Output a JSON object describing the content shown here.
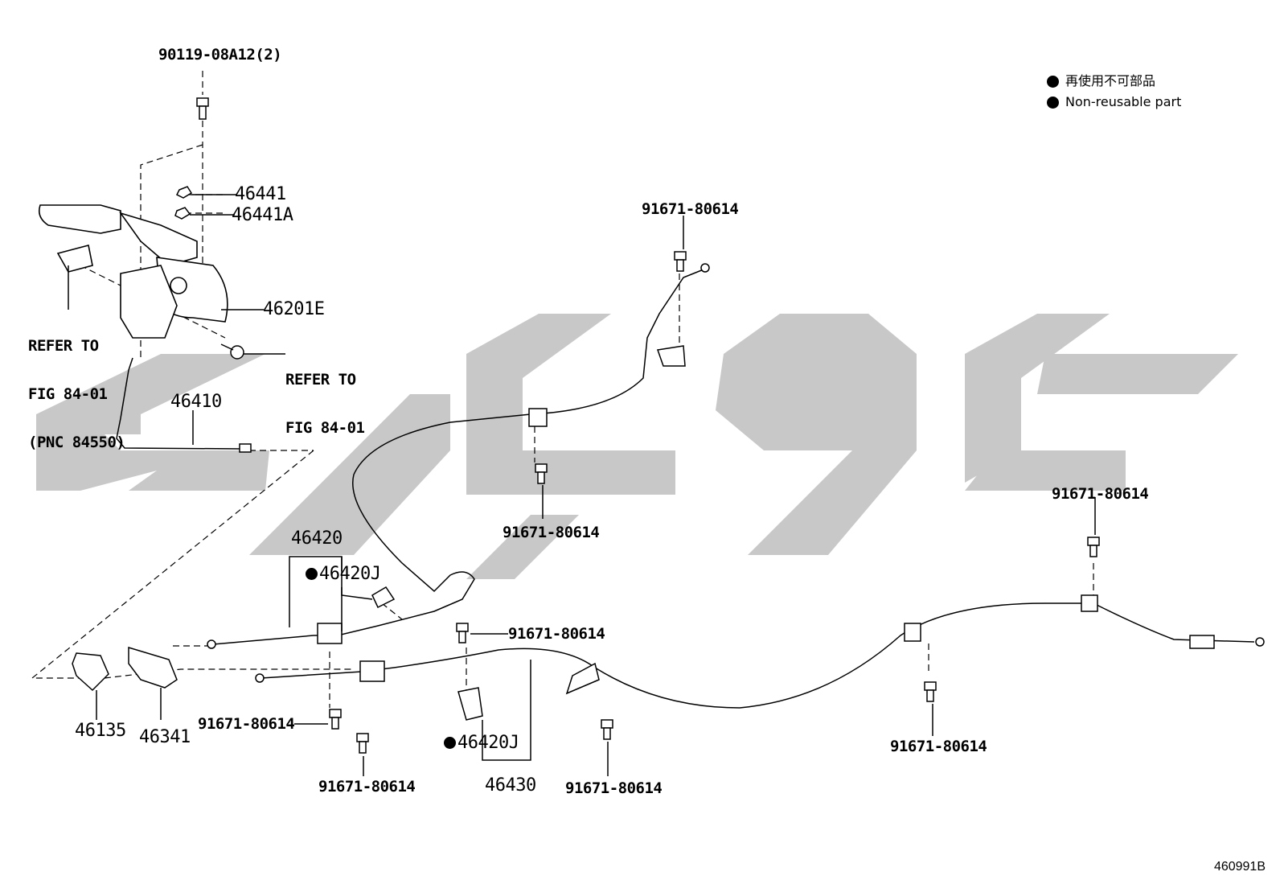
{
  "legend": {
    "items": [
      {
        "text": "再使用不可部品"
      },
      {
        "text": "Non-reusable part"
      }
    ]
  },
  "diagram_code": "460991B",
  "labels": {
    "bolt_top": "90119-08A12(2)",
    "p46441": "46441",
    "p46441A": "46441A",
    "p46201E": "46201E",
    "refer1_l1": "REFER TO",
    "refer1_l2": "FIG 84-01",
    "refer1_l3": "(PNC 84550)",
    "refer2_l1": "REFER TO",
    "refer2_l2": "FIG 84-01",
    "p46410": "46410",
    "p46420": "46420",
    "p46420J_a": "46420J",
    "p46420J_b": "46420J",
    "p46430": "46430",
    "p46135": "46135",
    "p46341": "46341",
    "b_top_center": "91671-80614",
    "b_mid_center": "91671-80614",
    "b_right_top": "91671-80614",
    "b_mid_clip": "91671-80614",
    "b_left_low": "91671-80614",
    "b_bottom_1": "91671-80614",
    "b_bottom_2": "91671-80614",
    "b_right_bottom": "91671-80614"
  }
}
